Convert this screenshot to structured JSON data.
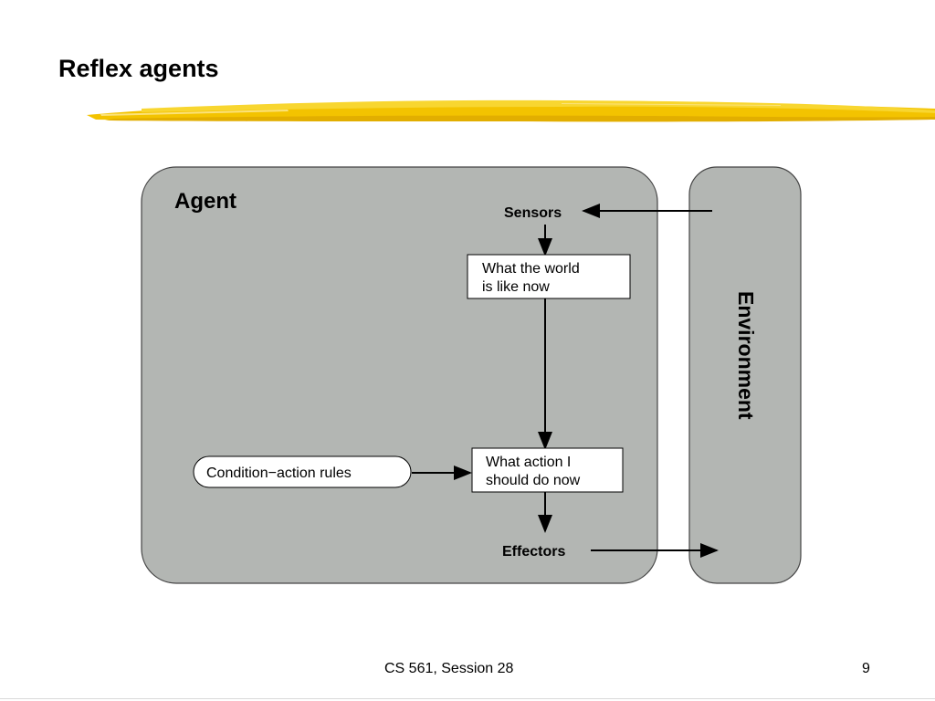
{
  "slide": {
    "title": "Reflex agents",
    "footer": "CS 561,  Session 28",
    "page_number": "9"
  },
  "diagram": {
    "agent_label": "Agent",
    "environment_label": "Environment",
    "sensors_label": "Sensors",
    "effectors_label": "Effectors",
    "world_state_box": {
      "line1": "What the world",
      "line2": "is like now"
    },
    "action_box": {
      "line1": "What action I",
      "line2": "should do now"
    },
    "rules_label": "Condition−action rules",
    "colors": {
      "panel_fill": "#b3b6b3",
      "box_fill": "#ffffff",
      "stroke": "#000000",
      "brush": "#f2c500"
    }
  }
}
